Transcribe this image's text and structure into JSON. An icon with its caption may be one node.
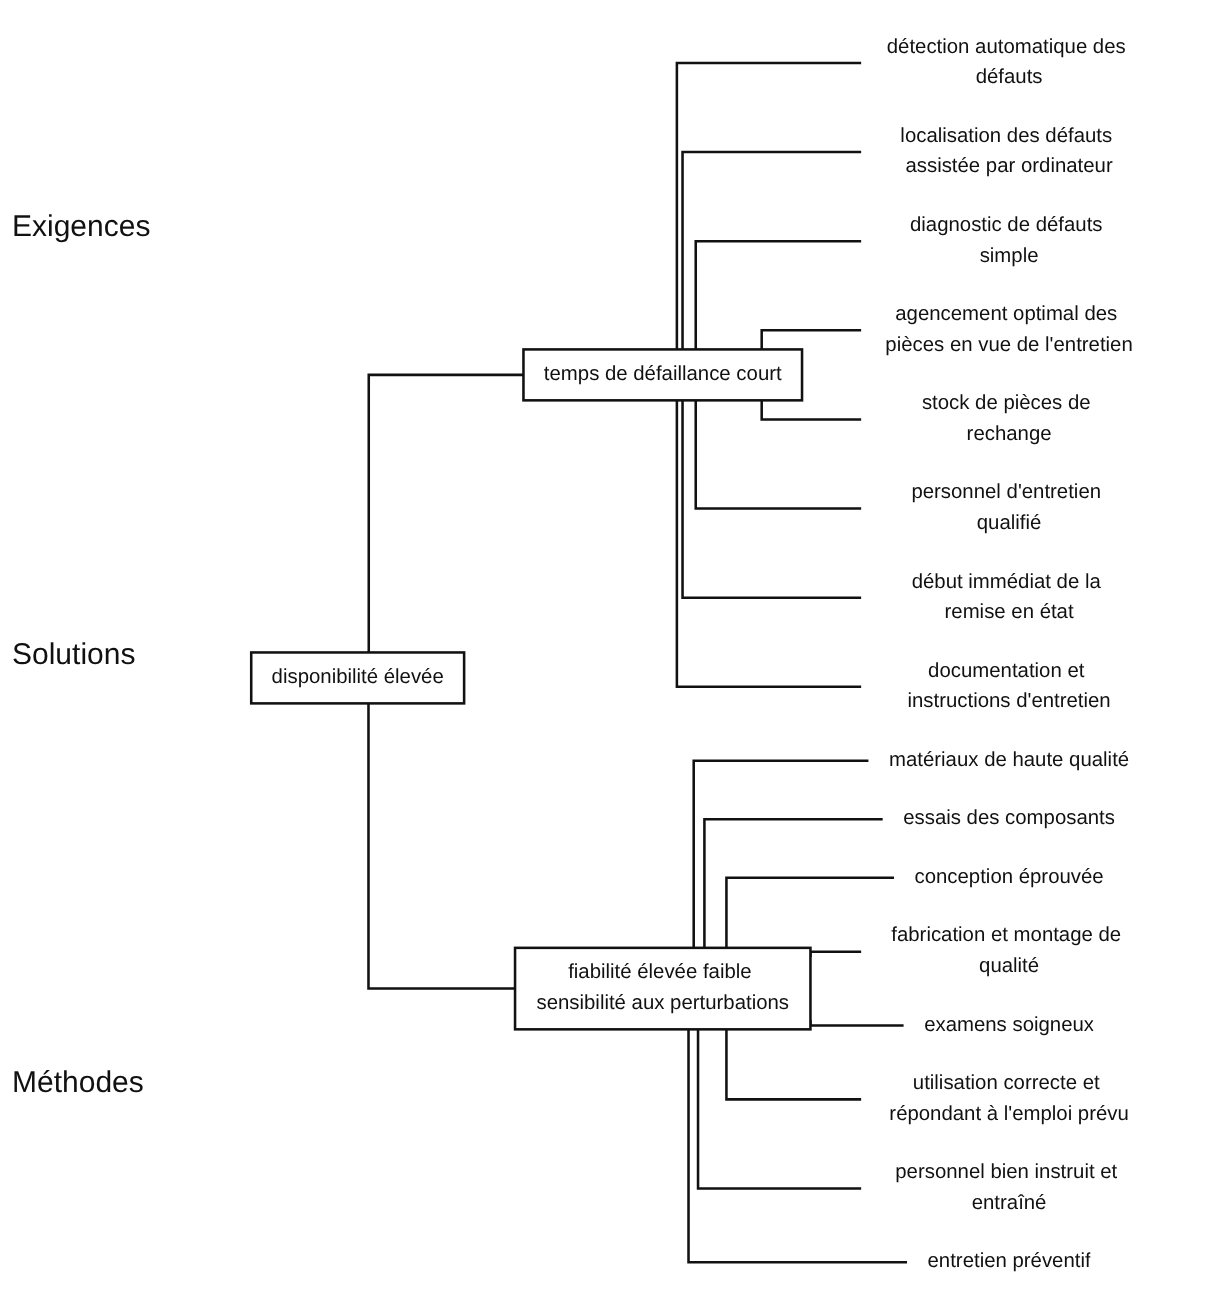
{
  "diagram": {
    "nodes": [
      {
        "text": [
          "disponibilité élevée"
        ]
      },
      {
        "text": [
          "temps de défaillance court"
        ]
      },
      {
        "text": [
          "fiabilité élevée faible sensibilité aux perturbations"
        ]
      },
      {
        "text": [
          "détection automatique des défauts"
        ]
      },
      {
        "text": [
          "localisation des défauts assistée par ordinateur"
        ]
      },
      {
        "text": [
          "diagnostic de défauts simple"
        ]
      },
      {
        "text": [
          "agencement optimal des pièces en vue de l'entretien"
        ]
      },
      {
        "text": [
          "stock de pièces de rechange"
        ]
      },
      {
        "text": [
          "personnel d'entretien qualifié"
        ]
      },
      {
        "text": [
          "début immédiat de la remise en état"
        ]
      },
      {
        "text": [
          "documentation et instructions d'entretien"
        ]
      },
      {
        "text": [
          "matériaux de haute qualité"
        ]
      },
      {
        "text": [
          "essais des composants"
        ]
      },
      {
        "text": [
          "conception éprouvée"
        ]
      },
      {
        "text": [
          "fabrication et montage de qualité"
        ]
      },
      {
        "text": [
          "examens soigneux"
        ]
      },
      {
        "text": [
          "utilisation correcte et répondant à l'emploi prévu"
        ]
      },
      {
        "text": [
          "personnel bien instruit et entraîné"
        ]
      },
      {
        "text": [
          "entretien préventif"
        ]
      }
    ],
    "edges": [
      {
        "from": 0,
        "to": 1,
        "arrow": "none"
      },
      {
        "from": 0,
        "to": 2,
        "arrow": "none"
      },
      {
        "from": 1,
        "to": 3,
        "arrow": "none"
      },
      {
        "from": 1,
        "to": 4,
        "arrow": "none"
      },
      {
        "from": 1,
        "to": 5,
        "arrow": "none"
      },
      {
        "from": 1,
        "to": 6,
        "arrow": "none"
      },
      {
        "from": 1,
        "to": 7,
        "arrow": "none"
      },
      {
        "from": 1,
        "to": 8,
        "arrow": "none"
      },
      {
        "from": 1,
        "to": 9,
        "arrow": "none"
      },
      {
        "from": 1,
        "to": 10,
        "arrow": "none"
      },
      {
        "from": 2,
        "to": 11,
        "arrow": "none"
      },
      {
        "from": 2,
        "to": 12,
        "arrow": "none"
      },
      {
        "from": 2,
        "to": 13,
        "arrow": "none"
      },
      {
        "from": 2,
        "to": 14,
        "arrow": "none"
      },
      {
        "from": 2,
        "to": 15,
        "arrow": "none"
      },
      {
        "from": 2,
        "to": 16,
        "arrow": "none"
      },
      {
        "from": 2,
        "to": 17,
        "arrow": "none"
      },
      {
        "from": 2,
        "to": 18,
        "arrow": "none"
      }
    ],
    "labels": [
      "Exigences",
      "Solutions",
      "Méthodes"
    ]
  }
}
